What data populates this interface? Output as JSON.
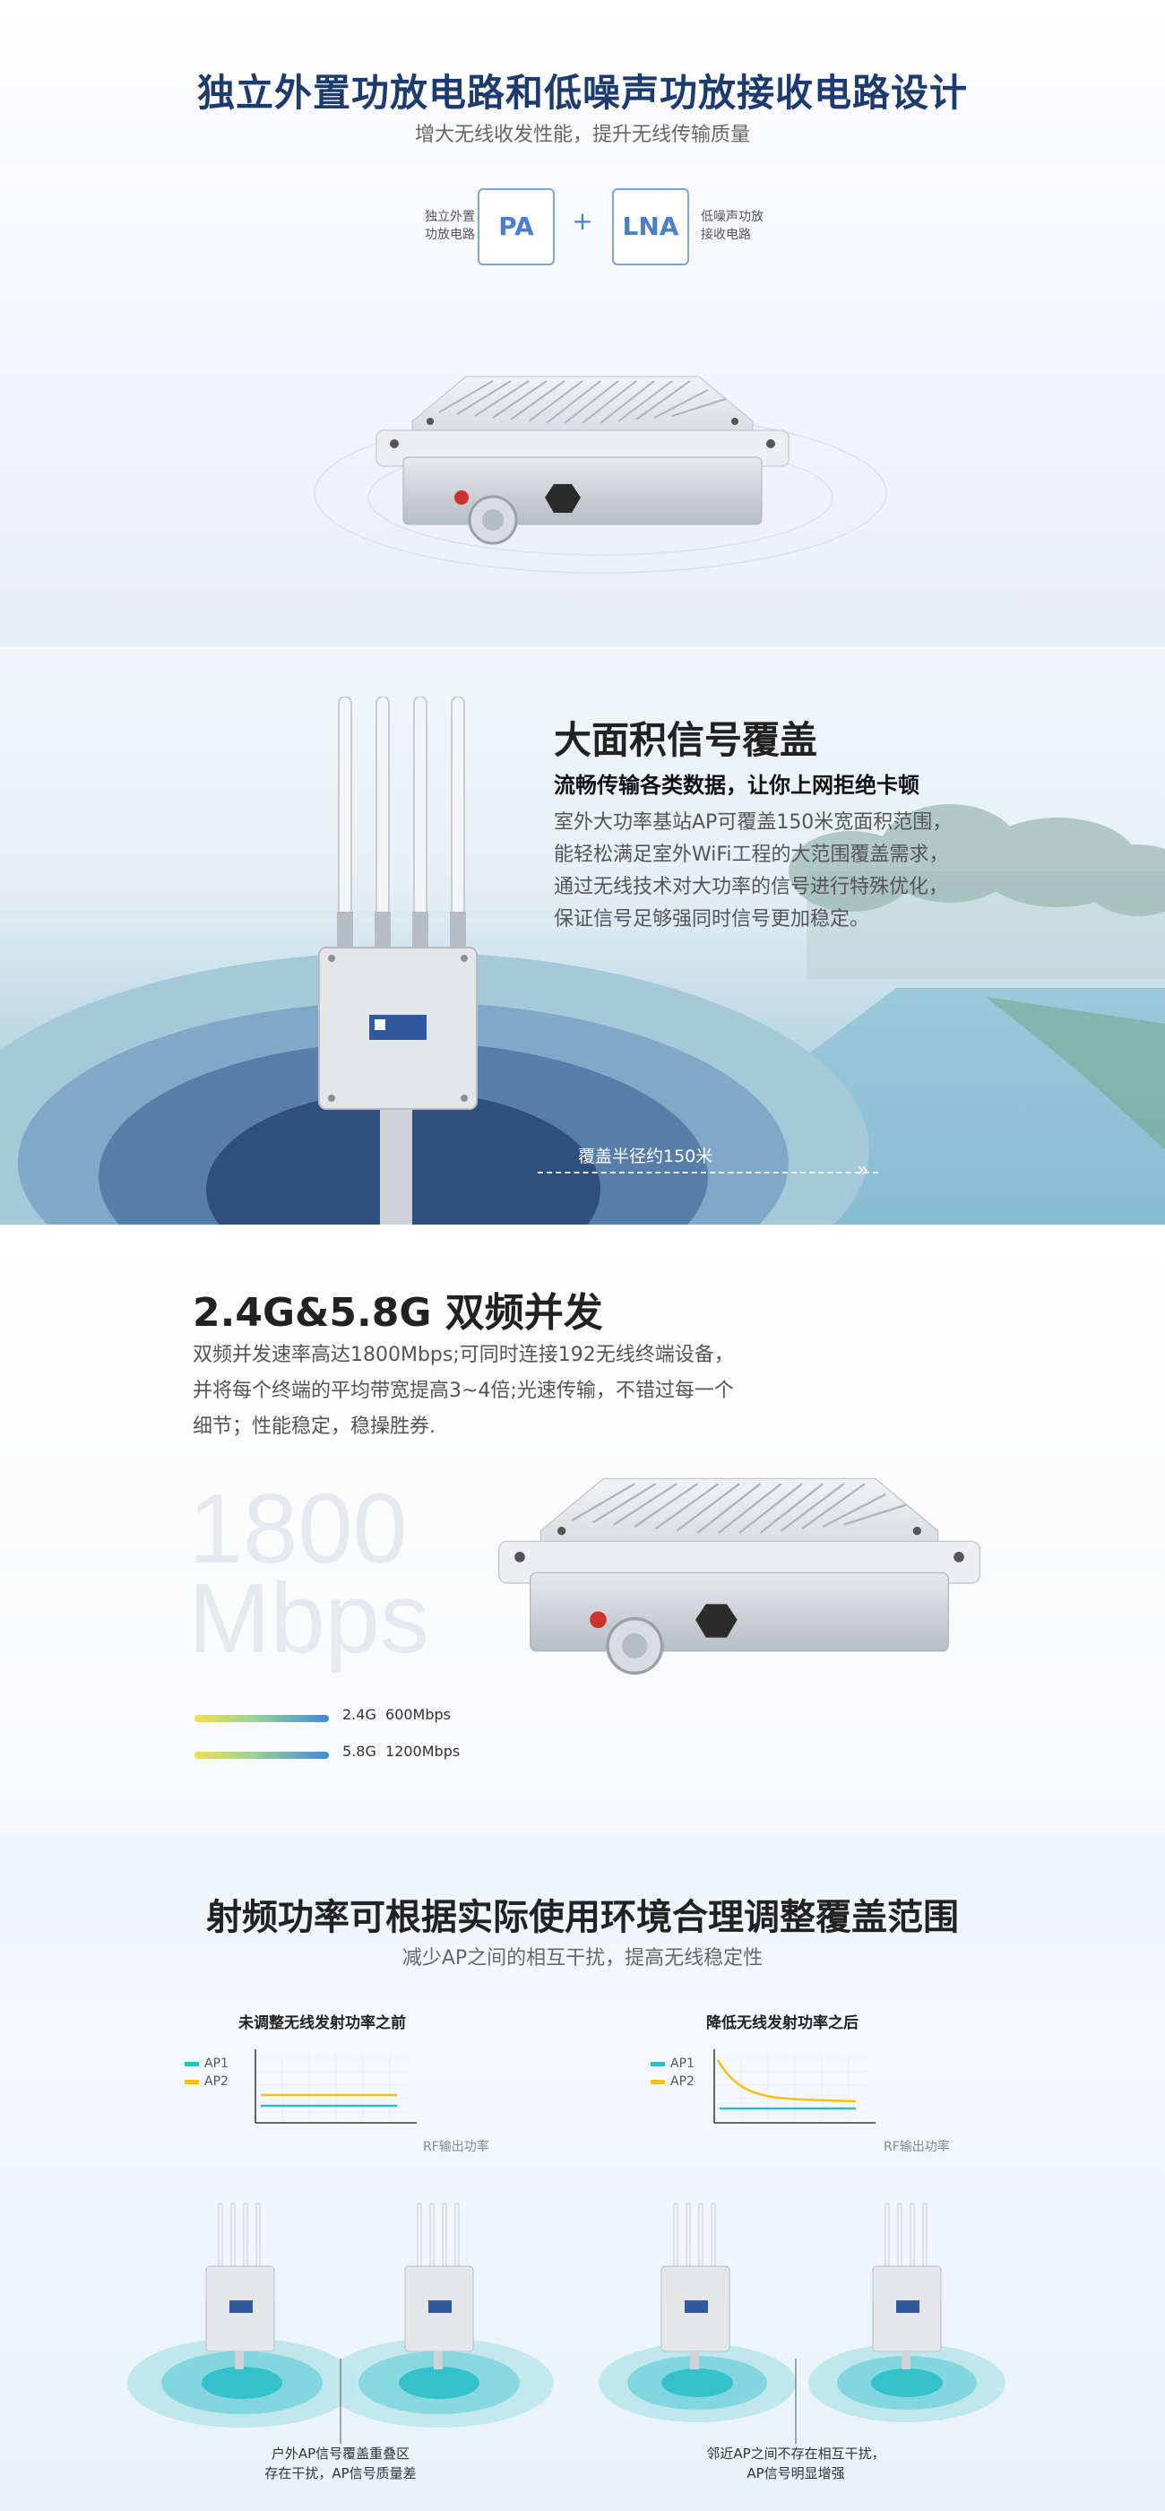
{
  "section1": {
    "title": "独立外置功放电路和低噪声功放接收电路设计",
    "subtitle": "增大无线收发性能，提升无线传输质量",
    "pa_caption": [
      "独立外置",
      "功放电路"
    ],
    "pa_label": "PA",
    "plus": "+",
    "lna_label": "LNA",
    "lna_caption": [
      "低噪声功放",
      "接收电路"
    ]
  },
  "section2": {
    "title": "大面积信号覆盖",
    "subtitle": "流畅传输各类数据，让你上网拒绝卡顿",
    "body": [
      "室外大功率基站AP可覆盖150米宽面积范围，",
      "能轻松满足室外WiFi工程的大范围覆盖需求，",
      "通过无线技术对大功率的信号进行特殊优化，",
      "保证信号足够强同时信号更加稳定。"
    ],
    "coverage_label": "覆盖半径约150米",
    "arrow": "»"
  },
  "section3": {
    "title": "2.4G&5.8G 双频并发",
    "body": [
      "双频并发速率高达1800Mbps;可同时连接192无线终端设备，",
      "并将每个终端的平均带宽提高3~4倍;光速传输，不错过每一个",
      "细节；性能稳定，稳操胜券."
    ],
    "big_number": "1800",
    "big_unit": "Mbps",
    "bands": [
      {
        "band": "2.4G",
        "rate": "600Mbps"
      },
      {
        "band": "5.8G",
        "rate": "1200Mbps"
      }
    ]
  },
  "section4": {
    "title": "射频功率可根据实际使用环境合理调整覆盖范围",
    "subtitle": "减少AP之间的相互干扰，提高无线稳定性",
    "left_panel_title": "未调整无线发射功率之前",
    "right_panel_title": "降低无线发射功率之后",
    "legend": [
      "AP1",
      "AP2"
    ],
    "axis_label": "RF输出功率",
    "left_caption": [
      "户外AP信号覆盖重叠区",
      "存在干扰，AP信号质量差"
    ],
    "right_caption": [
      "邻近AP之间不存在相互干扰，",
      "AP信号明显增强"
    ]
  },
  "colors": {
    "title_blue": "#1d3b6e",
    "accent_blue": "#4a7fcc",
    "ap1_teal": "#2bbfc4",
    "ap2_yellow": "#f2c21b"
  }
}
